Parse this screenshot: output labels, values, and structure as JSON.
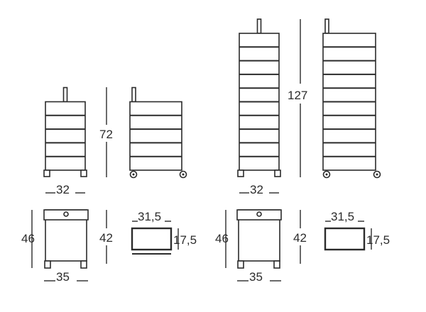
{
  "models": [
    {
      "drawers": 5,
      "height": "72",
      "front_width": "32",
      "depth": "46",
      "inner_height": "42",
      "base_width": "35",
      "drawer_width": "31,5",
      "drawer_depth": "17,5"
    },
    {
      "drawers": 10,
      "height": "127",
      "front_width": "32",
      "depth": "46",
      "inner_height": "42",
      "base_width": "35",
      "drawer_width": "31,5",
      "drawer_depth": "17,5"
    }
  ],
  "line_color": "#2b2b2b"
}
